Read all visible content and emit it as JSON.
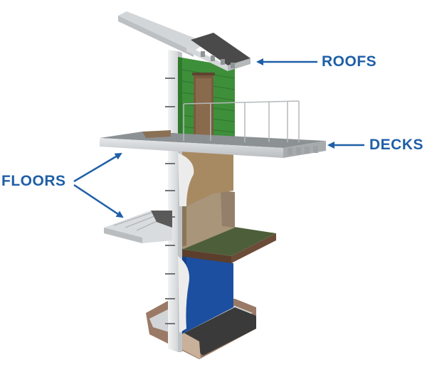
{
  "labels": {
    "roofs": "ROOFS",
    "decks": "DECKS",
    "floors": "FLOORS"
  },
  "colors": {
    "callout": "#1f5fa8",
    "siding_green": "#3e8f3a",
    "door_brown": "#7a5a3e",
    "insulation_tan": "#a88a62",
    "stone_brown": "#a8957a",
    "membrane_blue": "#1d4fa0",
    "turf_green": "#4d5e3a",
    "gravel_gray": "#3a3a3a",
    "concrete_gray": "#c9ccce"
  }
}
